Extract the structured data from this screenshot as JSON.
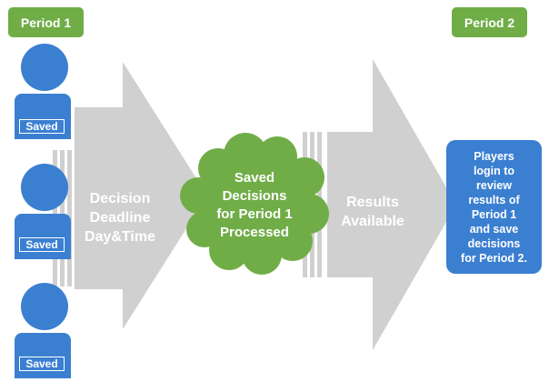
{
  "periods": {
    "left": "Period 1",
    "right": "Period 2"
  },
  "players": [
    {
      "status": "Saved"
    },
    {
      "status": "Saved"
    },
    {
      "status": "Saved"
    }
  ],
  "arrow1": {
    "lines": [
      "Decision",
      "Deadline",
      "Day&Time"
    ]
  },
  "cloud": {
    "lines": [
      "Saved",
      "Decisions",
      "for Period 1",
      "Processed"
    ]
  },
  "arrow2": {
    "lines": [
      "Results",
      "Available"
    ]
  },
  "outcome": {
    "lines": [
      "Players",
      "login to",
      "review",
      "results of",
      "Period 1",
      "and save",
      "decisions",
      "for Period 2."
    ]
  },
  "colors": {
    "blue": "#3b7fd1",
    "green": "#70ad47",
    "gray": "#d0d0d0"
  }
}
